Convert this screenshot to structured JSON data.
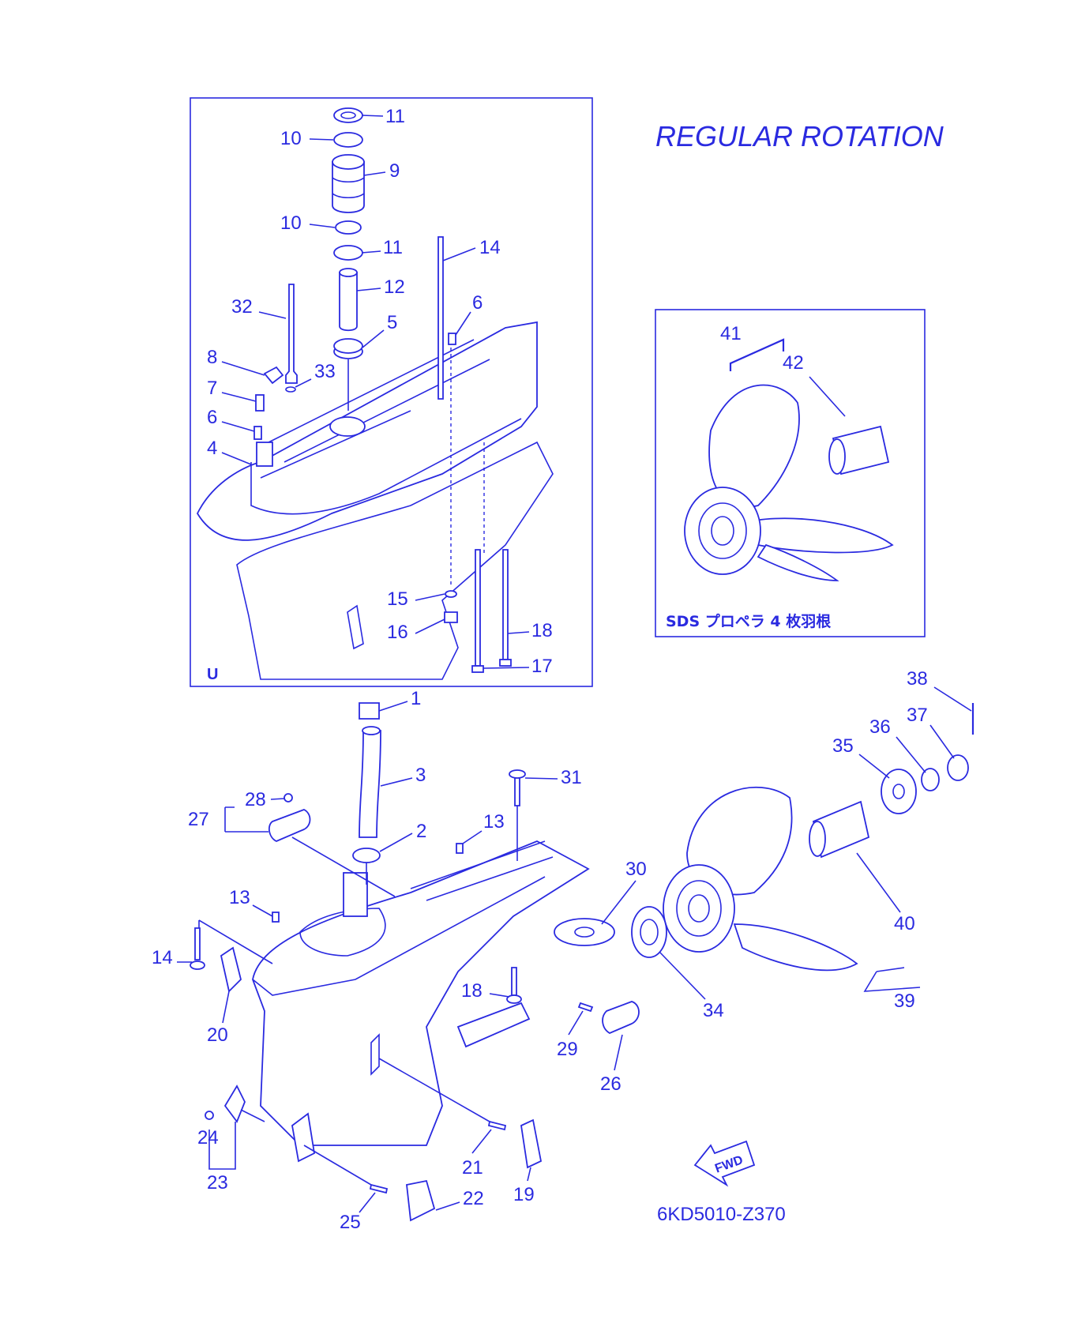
{
  "title": "REGULAR ROTATION",
  "inset_box": {
    "corner_mark": "U"
  },
  "propeller_box": {
    "caption": "SDS プロペラ 4 枚羽根"
  },
  "drawing_code": "6KD5010-Z370",
  "fwd_arrow": "FWD",
  "colors": {
    "ink": "#2a2ae0",
    "background": "#ffffff"
  },
  "callouts": [
    "11",
    "10",
    "9",
    "10",
    "11",
    "14",
    "12",
    "32",
    "6",
    "5",
    "8",
    "33",
    "7",
    "6",
    "4",
    "15",
    "16",
    "18",
    "17",
    "41",
    "42",
    "1",
    "38",
    "37",
    "36",
    "35",
    "3",
    "31",
    "28",
    "27",
    "2",
    "13",
    "30",
    "13",
    "14",
    "40",
    "34",
    "18",
    "39",
    "20",
    "29",
    "26",
    "24",
    "21",
    "19",
    "23",
    "22",
    "25"
  ]
}
